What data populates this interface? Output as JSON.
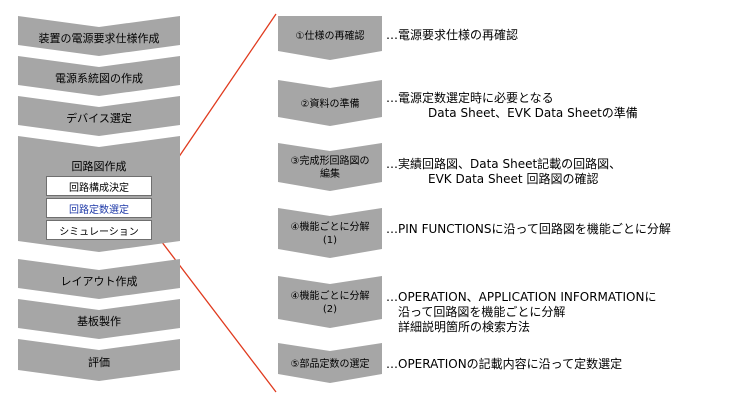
{
  "left_flow": {
    "steps": [
      "装置の電源要求仕様作成",
      "電源系統図の作成",
      "デバイス選定"
    ],
    "group": {
      "title": "回路図作成",
      "sub_items": [
        "回路構成決定",
        "回路定数選定",
        "シミュレーション"
      ]
    },
    "steps_after": [
      "レイアウト作成",
      "基板製作",
      "評価"
    ]
  },
  "right_flow": {
    "steps": [
      {
        "label": [
          "①仕様の再確認"
        ],
        "description": [
          "…電源要求仕様の再確認"
        ]
      },
      {
        "label": [
          "②資料の準備"
        ],
        "description": [
          "…電源定数選定時に必要となる",
          "Data Sheet、EVK Data Sheetの準備"
        ]
      },
      {
        "label": [
          "③完成形回路図の",
          "編集"
        ],
        "description": [
          "…実績回路図、Data Sheet記載の回路図、",
          "EVK Data Sheet 回路図の確認"
        ]
      },
      {
        "label": [
          "④機能ごとに分解",
          "(1)"
        ],
        "description": [
          "…PIN FUNCTIONSに沿って回路図を機能ごとに分解"
        ]
      },
      {
        "label": [
          "④機能ごとに分解",
          "(2)"
        ],
        "description": [
          "…OPERATION、APPLICATION INFORMATIONに",
          "沿って回路図を機能ごとに分解",
          "詳細説明箇所の検索方法"
        ]
      },
      {
        "label": [
          "⑤部品定数の選定"
        ],
        "description": [
          "…OPERATIONの記載内容に沿って定数選定"
        ]
      }
    ]
  },
  "colors": {
    "chevron_fill": "#a6a6a6",
    "connector_line": "#e03a1e",
    "active_sub_text": "#1f3aa8"
  }
}
